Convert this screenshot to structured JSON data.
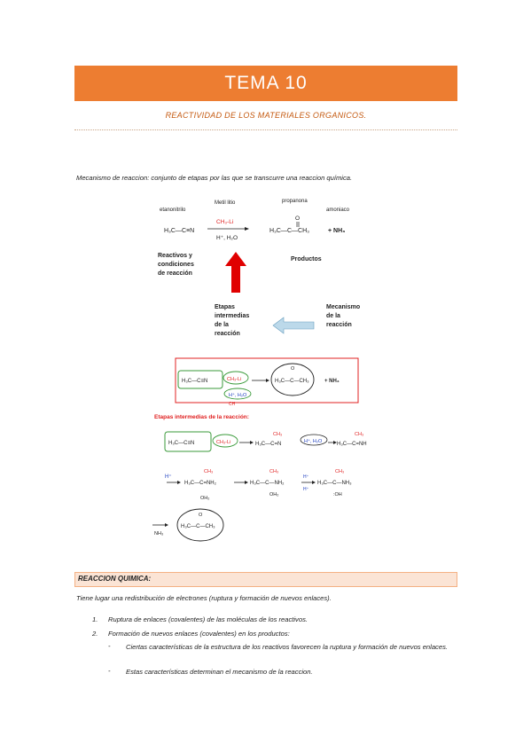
{
  "header": {
    "title": "TEMA 10",
    "subtitle": "REACTIVIDAD DE LOS MATERIALES ORGANICOS."
  },
  "intro": "Mecanismo de reaccion: conjunto de etapas por las que se transcurre una reaccion química.",
  "figure": {
    "label_etanonitrilo": "etanonitrilo",
    "label_metil_litio": "Metil litio",
    "label_propanona": "propanona",
    "label_amoniaco": "amoniaco",
    "reagent_top": "CH₃-Li",
    "reagent_bottom": "H⁺, H₂O",
    "nitrile": "H₃C—C≡N",
    "product_ketone_o": "O",
    "product_ketone": "H₃C—C—CH₃",
    "plus_nh3": "+ NH₃",
    "reactivos_line1": "Reactivos y",
    "reactivos_line2": "condiciones",
    "reactivos_line3": "de reacción",
    "productos": "Productos",
    "etapas_line1": "Etapas",
    "etapas_line2": "intermedias",
    "etapas_line3": "de la",
    "etapas_line4": "reacción",
    "mecanismo_line1": "Mecanismo",
    "mecanismo_line2": "de la",
    "mecanismo_line3": "reacción",
    "box_nitrile": "H₃C—C≡N",
    "box_reagent": "CH₃-Li",
    "box_acid": "H⁺, H₂O",
    "box_ketone": "H₃C—C—CH₃",
    "box_o": "O",
    "box_plus": "+ NH₃",
    "box_cut": "CH",
    "etapas_title": "Etapas intermedias de la reacción:",
    "r1_nitrile": "H₃C—C≡N",
    "r1_li": "CH₃-Li",
    "r1_ch3": "CH₃",
    "r1_imine_anion": "H₃C—C=N",
    "r1_acid": "H⁺, H₂O",
    "r1_ch3b": "CH₃",
    "r1_imine": "H₃C—C=NH",
    "r2_h": "H⁺",
    "r2_ch3": "CH₃",
    "r2_iminium": "H₃C—C=NH₂",
    "r2_water": "OH₂",
    "r2_ch3b": "CH₃",
    "r2_amine": "H₃C—C—NH₂",
    "r2_oh2": "OH₂",
    "r2_h2": "H⁺",
    "r2_h3": "H⁺",
    "r2_ch3c": "CH₃",
    "r2_final": "H₃C—C—NH₃",
    "r2_oh": ":OH",
    "r3_nh3": "NH₃",
    "r3_o": "O",
    "r3_ketone": "H₃C—C—CH₃"
  },
  "section": {
    "heading": "REACCION QUIMICA:",
    "paragraph": "Tiene lugar una redistribución de electrones (ruptura y formación de nuevos enlaces).",
    "list": [
      {
        "num": "1.",
        "text": "Ruptura de enlaces (covalentes) de las moléculas de los reactivos."
      },
      {
        "num": "2.",
        "text": "Formación de nuevos enlaces (covalentes) en los productos:"
      }
    ],
    "sublist": [
      {
        "dash": "-",
        "text": "Ciertas características de la estructura de los reactivos favorecen la ruptura y formación de nuevos enlaces."
      },
      {
        "dash": "-",
        "text": "Estas características determinan el mecanismo de la reaccion."
      }
    ]
  },
  "colors": {
    "accent": "#ed7d31",
    "subtitle": "#c55a11",
    "red": "#e02020",
    "green": "#3a9a3a",
    "blue": "#2040c0"
  }
}
